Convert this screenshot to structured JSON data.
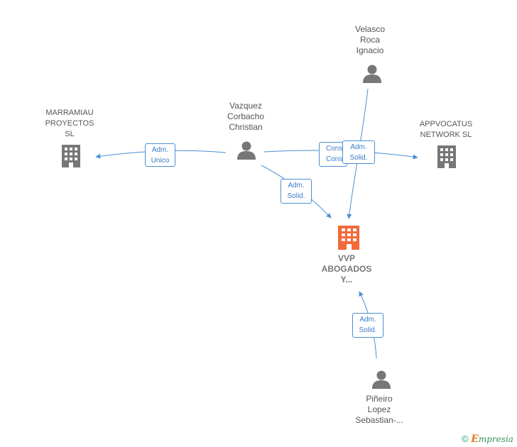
{
  "nodes": {
    "marramiau": {
      "label": "MARRAMIAU\nPROYECTOS\nSL",
      "type": "company"
    },
    "vazquez": {
      "label": "Vazquez\nCorbacho\nChristian",
      "type": "person"
    },
    "velasco": {
      "label": "Velasco\nRoca\nIgnacio",
      "type": "person"
    },
    "appvocatus": {
      "label": "APPVOCATUS\nNETWORK  SL",
      "type": "company"
    },
    "vvp": {
      "label": "VVP\nABOGADOS\nY...",
      "type": "company-main"
    },
    "pineiro": {
      "label": "Piñeiro\nLopez\nSebastian-...",
      "type": "person"
    }
  },
  "edges": {
    "vazquez_marramiau": {
      "label": "Adm.\nUnico"
    },
    "vazquez_appvocatus": {
      "label": "Cons\nCons"
    },
    "velasco_appvocatus": {
      "label": "Adm.\nSolid."
    },
    "vazquez_vvp": {
      "label": "Adm.\nSolid."
    },
    "pineiro_vvp": {
      "label": "Adm.\nSolid."
    }
  },
  "colors": {
    "edge": "#4a8fd4",
    "person_icon": "#777777",
    "company_icon": "#777777",
    "main_company_icon": "#f26a3a"
  },
  "footer": {
    "copyright": "©",
    "brand_first": "E",
    "brand_rest": "mpresia"
  }
}
